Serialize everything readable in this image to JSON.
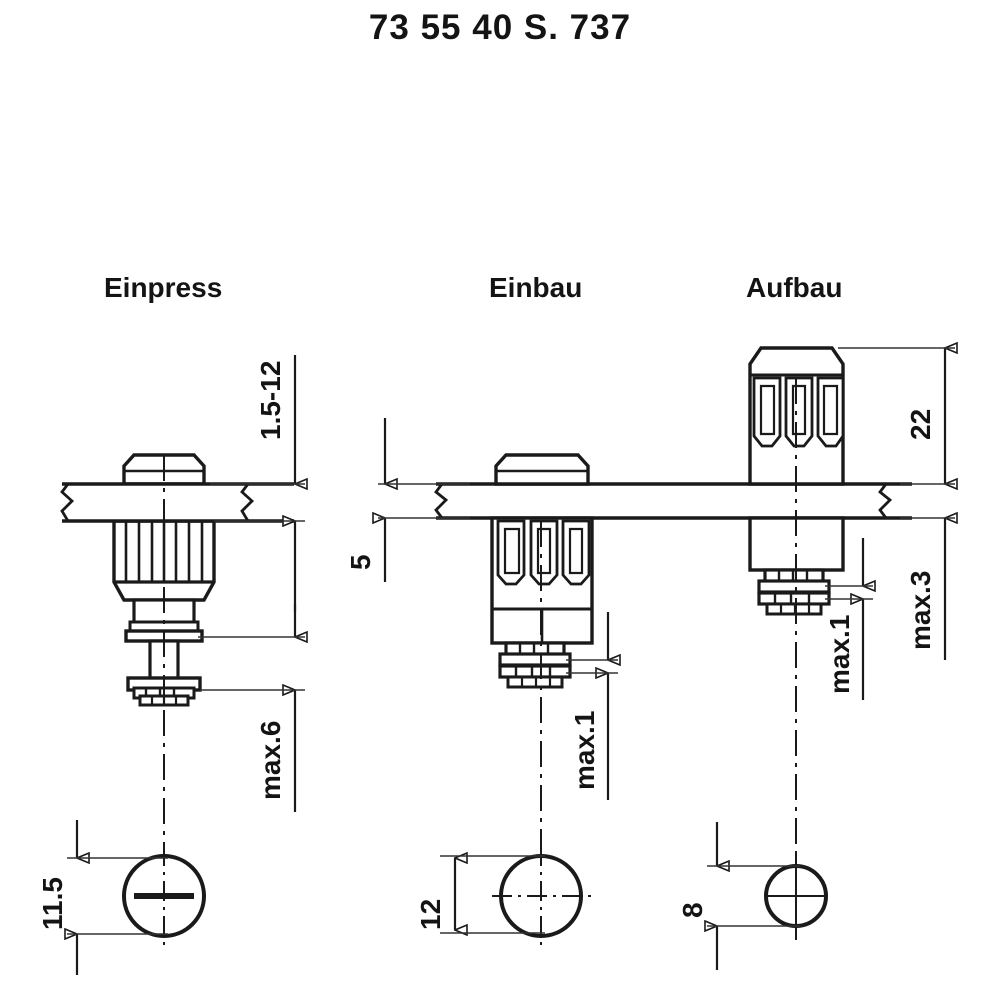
{
  "title": "73 55 40 S. 737",
  "columns": [
    {
      "id": "einpress",
      "label": "Einpress"
    },
    {
      "id": "einbau",
      "label": "Einbau"
    },
    {
      "id": "aufbau",
      "label": "Aufbau"
    }
  ],
  "dimensions": {
    "einpress_panel_thickness": "1.5-12",
    "einpress_below_panel": "max.6",
    "einpress_head_diameter": "11.5",
    "einbau_panel_thickness": "5",
    "einbau_thread_protrusion": "max.1",
    "einbau_head_diameter": "12",
    "aufbau_above_panel": "22",
    "aufbau_below_panel": "max.3",
    "aufbau_thread_protrusion": "max.1",
    "aufbau_head_diameter": "8"
  },
  "colors": {
    "line": "#1a1a1a",
    "background": "#ffffff",
    "thin_line": "#333333"
  },
  "icons": {
    "front_view_slot": "slot-head-circle",
    "front_view_plain": "plain-circle"
  }
}
